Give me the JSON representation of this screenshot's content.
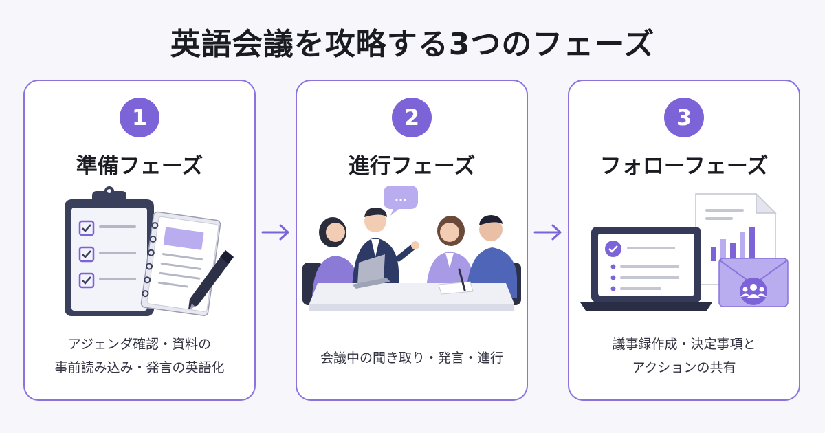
{
  "title": "英語会議を攻略する3つのフェーズ",
  "phases": [
    {
      "number": "1",
      "title": "準備フェーズ",
      "description_lines": [
        "アジェンダ確認・資料の",
        "事前読み込み・発言の英語化"
      ]
    },
    {
      "number": "2",
      "title": "進行フェーズ",
      "description_lines": [
        "会議中の聞き取り・発言・進行"
      ]
    },
    {
      "number": "3",
      "title": "フォローフェーズ",
      "description_lines": [
        "議事録作成・決定事項と",
        "アクションの共有"
      ]
    }
  ],
  "speech_bubble": "...",
  "colors": {
    "accent": "#7d63d8",
    "card_border": "#8a73dc",
    "navy": "#3a3f5c",
    "lavender": "#b9acef"
  }
}
